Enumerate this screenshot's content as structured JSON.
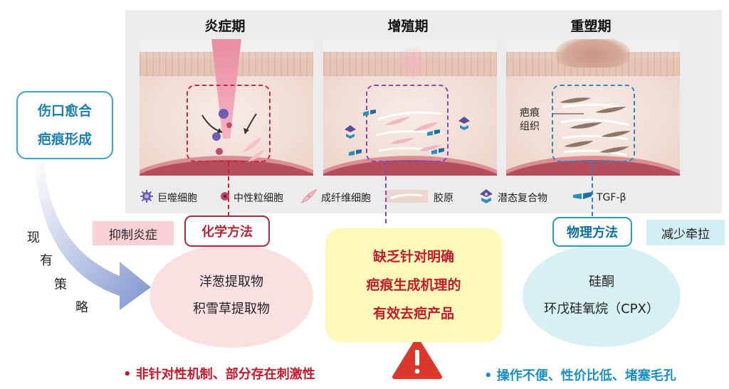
{
  "phases": {
    "inflammation": "炎症期",
    "proliferation": "增殖期",
    "remodeling": "重塑期"
  },
  "scar_label": [
    "疤痕",
    "组织"
  ],
  "legend": {
    "macrophage": "巨噬细胞",
    "neutrophil": "中性粒细胞",
    "fibroblast": "成纤维细胞",
    "collagen": "胶原",
    "latent_complex": "潜态复合物",
    "tgf_beta": "TGF-β"
  },
  "wound_box": {
    "line1": "伤口愈合",
    "line2": "疤痕形成"
  },
  "existing_strategies": [
    "现",
    "有",
    "策",
    "略"
  ],
  "chemical": {
    "effect_tag": "抑制炎症",
    "title": "化学方法",
    "items": [
      "洋葱提取物",
      "积雪草提取物"
    ],
    "drawback": "• 非针对性机制、部分存在刺激性"
  },
  "center": {
    "lines": [
      "缺乏针对明确",
      "疤痕生成机理的",
      "有效去疤产品"
    ],
    "warning_icon": "warning-triangle-icon"
  },
  "physical": {
    "title": "物理方法",
    "effect_tag": "减少牵拉",
    "items": [
      "硅酮",
      "环戊硅氧烷（CPX）"
    ],
    "drawback": "• 操作不便、性价比低、堵塞毛孔"
  },
  "colors": {
    "red_accent": "#b2283b",
    "blue_accent": "#2e9ac4",
    "purple_accent": "#8a44b8",
    "warning": "#d9382b"
  }
}
